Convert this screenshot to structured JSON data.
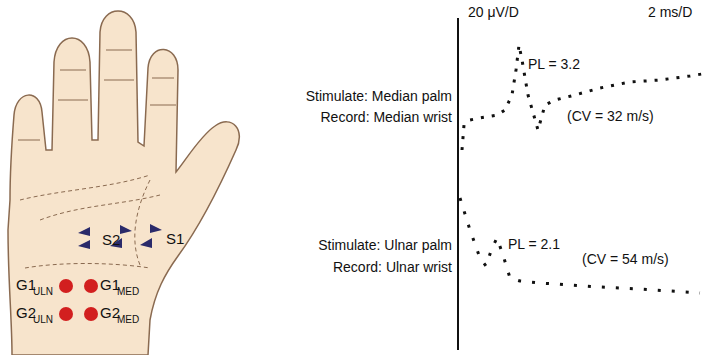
{
  "diagram": {
    "labels": [
      "20 μV/D",
      "2 ms/D",
      "Stimulate: Median palm",
      "Record: Median wrist",
      "PL = 3.2",
      "(CV = 32 m/s)",
      "Stimulate: Ulnar palm",
      "Record: Ulnar wrist",
      "PL = 2.1",
      "(CV = 54 m/s)",
      "S2",
      "S1",
      "G1",
      "ULN",
      "G1",
      "MED",
      "G2",
      "ULN",
      "G2",
      "MED"
    ]
  }
}
